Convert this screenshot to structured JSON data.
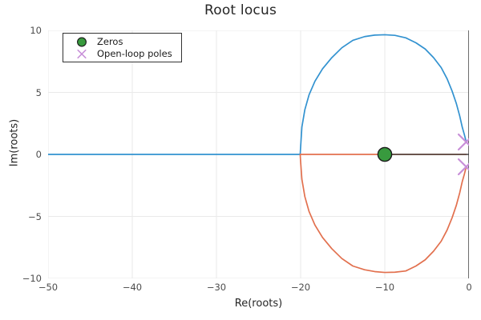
{
  "chart_data": {
    "type": "line",
    "title": "Root locus",
    "xlabel": "Re(roots)",
    "ylabel": "Im(roots)",
    "xlim": [
      -50,
      0
    ],
    "ylim": [
      -10,
      10
    ],
    "xticks": [
      -50,
      -40,
      -30,
      -20,
      -10,
      0
    ],
    "xtick_labels": [
      "−50",
      "−40",
      "−30",
      "−20",
      "−10",
      "0"
    ],
    "yticks": [
      -10,
      -5,
      0,
      5,
      10
    ],
    "ytick_labels": [
      "−10",
      "−5",
      "0",
      "5",
      "10"
    ],
    "grid": true,
    "legend_position": "upper left",
    "series": [
      {
        "name": "branch-1",
        "color": "#3292d0",
        "comment": "real-axis segment from -50 to -20, then upper arc to pole near origin",
        "points": [
          [
            -50.0,
            0.0
          ],
          [
            -44.0,
            0.0
          ],
          [
            -38.0,
            0.0
          ],
          [
            -32.0,
            0.0
          ],
          [
            -26.0,
            0.0
          ],
          [
            -22.0,
            0.0
          ],
          [
            -20.05,
            0.0
          ],
          [
            -20.0,
            0.6
          ],
          [
            -19.85,
            2.2
          ],
          [
            -19.5,
            3.6
          ],
          [
            -19.0,
            4.8
          ],
          [
            -18.3,
            5.9
          ],
          [
            -17.4,
            6.9
          ],
          [
            -16.3,
            7.8
          ],
          [
            -15.1,
            8.6
          ],
          [
            -13.8,
            9.2
          ],
          [
            -12.4,
            9.5
          ],
          [
            -11.2,
            9.62
          ],
          [
            -10.0,
            9.65
          ],
          [
            -8.8,
            9.6
          ],
          [
            -7.5,
            9.4
          ],
          [
            -6.3,
            9.0
          ],
          [
            -5.2,
            8.5
          ],
          [
            -4.2,
            7.8
          ],
          [
            -3.3,
            7.0
          ],
          [
            -2.6,
            6.1
          ],
          [
            -2.0,
            5.1
          ],
          [
            -1.5,
            4.1
          ],
          [
            -1.1,
            3.1
          ],
          [
            -0.8,
            2.2
          ],
          [
            -0.55,
            1.6
          ],
          [
            -0.4,
            1.2
          ],
          [
            -0.33,
            1.0
          ]
        ]
      },
      {
        "name": "branch-2",
        "color": "#e2704e",
        "comment": "real-axis segment from -20 to -10 (zero), then lower arc to conjugate pole",
        "points": [
          [
            -0.33,
            -1.0
          ],
          [
            -0.4,
            -1.2
          ],
          [
            -0.55,
            -1.6
          ],
          [
            -0.8,
            -2.2
          ],
          [
            -1.1,
            -3.1
          ],
          [
            -1.5,
            -4.1
          ],
          [
            -2.0,
            -5.1
          ],
          [
            -2.6,
            -6.1
          ],
          [
            -3.3,
            -7.0
          ],
          [
            -4.2,
            -7.8
          ],
          [
            -5.2,
            -8.5
          ],
          [
            -6.3,
            -9.0
          ],
          [
            -7.5,
            -9.4
          ],
          [
            -8.8,
            -9.5
          ],
          [
            -10.0,
            -9.52
          ],
          [
            -11.2,
            -9.45
          ],
          [
            -12.4,
            -9.3
          ],
          [
            -13.8,
            -9.0
          ],
          [
            -15.1,
            -8.4
          ],
          [
            -16.3,
            -7.6
          ],
          [
            -17.4,
            -6.7
          ],
          [
            -18.3,
            -5.7
          ],
          [
            -19.0,
            -4.6
          ],
          [
            -19.5,
            -3.4
          ],
          [
            -19.85,
            -2.0
          ],
          [
            -20.0,
            -0.6
          ],
          [
            -20.05,
            0.0
          ],
          [
            -17.0,
            0.0
          ],
          [
            -14.0,
            0.0
          ],
          [
            -11.5,
            0.0
          ],
          [
            -10.0,
            0.0
          ],
          [
            -8.0,
            0.0
          ],
          [
            -5.0,
            0.0
          ],
          [
            -2.0,
            0.0
          ],
          [
            -0.33,
            0.0
          ]
        ]
      }
    ],
    "markers": {
      "zeros": {
        "label": "Zeros",
        "marker": "circle",
        "color": "#389a3e",
        "edge_color": "#1a1a1a",
        "points": [
          [
            -10.0,
            0.0
          ]
        ]
      },
      "poles": {
        "label": "Open-loop poles",
        "marker": "x",
        "color": "#c88fd8",
        "points": [
          [
            -0.33,
            1.0
          ],
          [
            -0.33,
            -1.0
          ]
        ]
      }
    },
    "axis_lines": {
      "color": "#3f3f3f",
      "real_axis": {
        "y": 0.0,
        "x_from": -10.0,
        "x_to": 0.6
      },
      "imag_axis": {
        "x": 0.0,
        "y_from": -10.0,
        "y_to": 10.0
      }
    }
  },
  "legend": {
    "items": [
      {
        "label": "Zeros",
        "icon": "green-circle-marker"
      },
      {
        "label": "Open-loop poles",
        "icon": "purple-x-marker"
      }
    ]
  },
  "colors": {
    "branch_1": "#3292d0",
    "branch_2": "#e2704e",
    "zero": "#389a3e",
    "pole": "#c88fd8",
    "axis": "#3f3f3f",
    "grid": "#eaeaea",
    "text": "#262626",
    "background": "#ffffff"
  }
}
